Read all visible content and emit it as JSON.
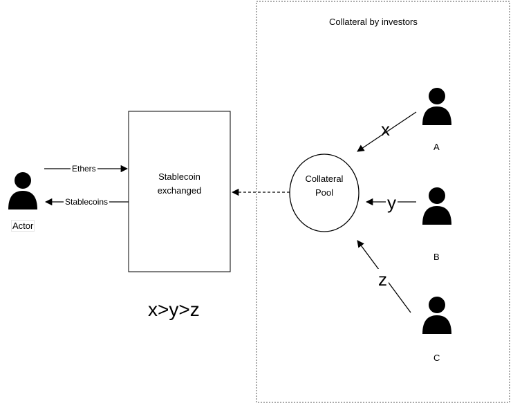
{
  "diagram": {
    "group_title": "Collateral by investors",
    "actor_label": "Actor",
    "exchange_box_label": "Stablecoin\nexchanged",
    "pool_label": "Collateral\nPool",
    "edges": {
      "ethers": "Ethers",
      "stablecoins": "Stablecoins"
    },
    "investors": [
      {
        "name": "A",
        "amount": "x"
      },
      {
        "name": "B",
        "amount": "y"
      },
      {
        "name": "C",
        "amount": "z"
      }
    ],
    "relation": "x>y>z"
  }
}
